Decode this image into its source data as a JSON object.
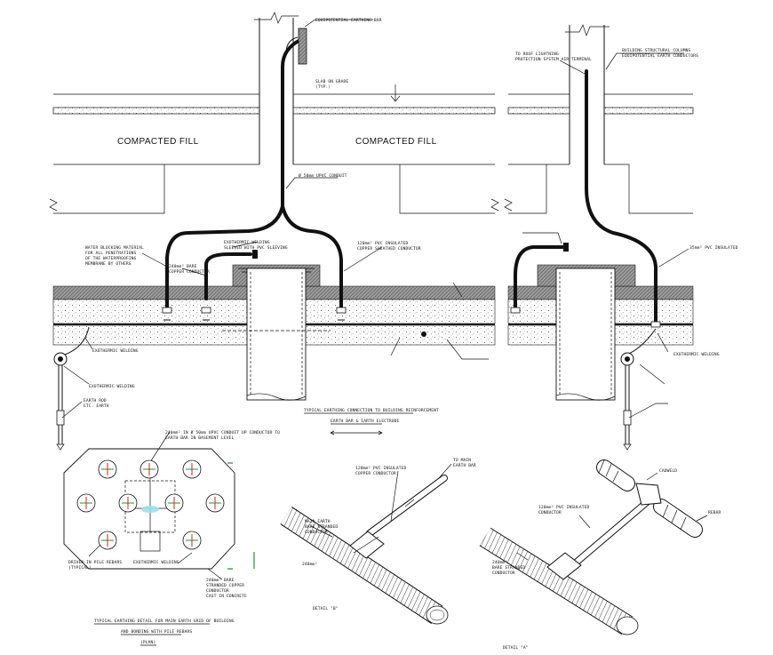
{
  "elevation_left": {
    "fill_left": "COMPACTED FILL",
    "fill_right": "COMPACTED FILL",
    "equipotential_bar": "EQUIPOTENTIAL EARTHING BAR",
    "slab": "SLAB ON GRADE",
    "slab_sub": "(TYP.)",
    "conduit": "Ø 50mm UPVC CONDUIT",
    "water_block_1": "WATER BLOCKING MATERIAL",
    "water_block_2": "FOR ALL PENETRATIONS",
    "water_block_3": "OF THE WATERPROOFING",
    "water_block_4": "MEMBRANE BY OTHERS",
    "exo_sleeve_1": "EXOTHERMIC WELDING",
    "exo_sleeve_2": "SLEEVED WITH PVC SLEEVING",
    "bare_cu_1": "240mm² BARE",
    "bare_cu_2": "COPPER CONDUCTOR",
    "pvc_cu_1": "120mm² PVC INSULATED",
    "pvc_cu_2": "COPPER SHEATHED CONDUCTOR",
    "exo_weld_1": "EXOTHERMIC WELDING",
    "exo_weld_2": "EXOTHERMIC WELDING",
    "earth_rod_1": "EARTH ROD",
    "earth_rod_2": "ETC. EARTH"
  },
  "titles": {
    "main_1": "TYPICAL EARTHING CONNECTION TO BUILDING REINFORCEMENT",
    "main_2": "EARTH BAR & EARTH ELECTRODE",
    "plan_1": "TYPICAL EARTHING DETAIL FOR MAIN EARTH GRID OF BUILDING",
    "plan_2": "AND BONDING WITH PILE REBARS",
    "plan_3": "(PLAN)",
    "detail_b": "DETAIL \"B\"",
    "detail_a": "DETAIL \"A\""
  },
  "elevation_right": {
    "roof_1": "TO ROOF LIGHTNING",
    "roof_2": "PROTECTION SYSTEM AIR TERMINAL",
    "bldg_1": "BUILDING STRUCTURAL COLUMNS",
    "bldg_2": "EQUIPOTENTIAL EARTH CONDUCTORS",
    "conductor": "35mm² PVC INSULATED",
    "exo_weld": "EXOTHERMIC WELDING"
  },
  "plan": {
    "riser_1": "240mm² IN Ø 50mm UPVC CONDUIT UP CONDUCTOR TO",
    "riser_2": "EARTH BAR IN BASEMENT LEVEL",
    "pile_1": "DRIVEN-IN PILE REBARS",
    "pile_2": "(TYPICAL)",
    "exo": "EXOTHERMIC WELDING",
    "grid_1": "240mm² BARE",
    "grid_2": "STRANDED COPPER",
    "grid_3": "CONDUCTOR",
    "grid_4": "CAST IN CONCRETE"
  },
  "detail_b": {
    "pvc_1": "120mm² PVC INSULATED",
    "pvc_2": "COPPER CONDUCTOR",
    "to_bar_1": "TO MAIN",
    "to_bar_2": "EARTH BAR",
    "main_1": "MAIN EARTH",
    "main_2": "BARE STRANDED",
    "main_3": "CONDUCTOR",
    "size": "240mm²"
  },
  "detail_a": {
    "cadweld": "CADWELD",
    "rebar": "REBAR",
    "pvc_1": "120mm² PVC INSULATED",
    "pvc_2": "CONDUCTOR",
    "bare_1": "240mm²",
    "bare_2": "BARE STRANDED",
    "bare_3": "CONDUCTOR"
  },
  "colors": {
    "ink": "#111111",
    "rebar_red": "#d42020",
    "rebar_green": "#1a9a2a",
    "highlight_cyan": "#9ee0ee",
    "waterproof_gray": "#8a8a8a"
  }
}
